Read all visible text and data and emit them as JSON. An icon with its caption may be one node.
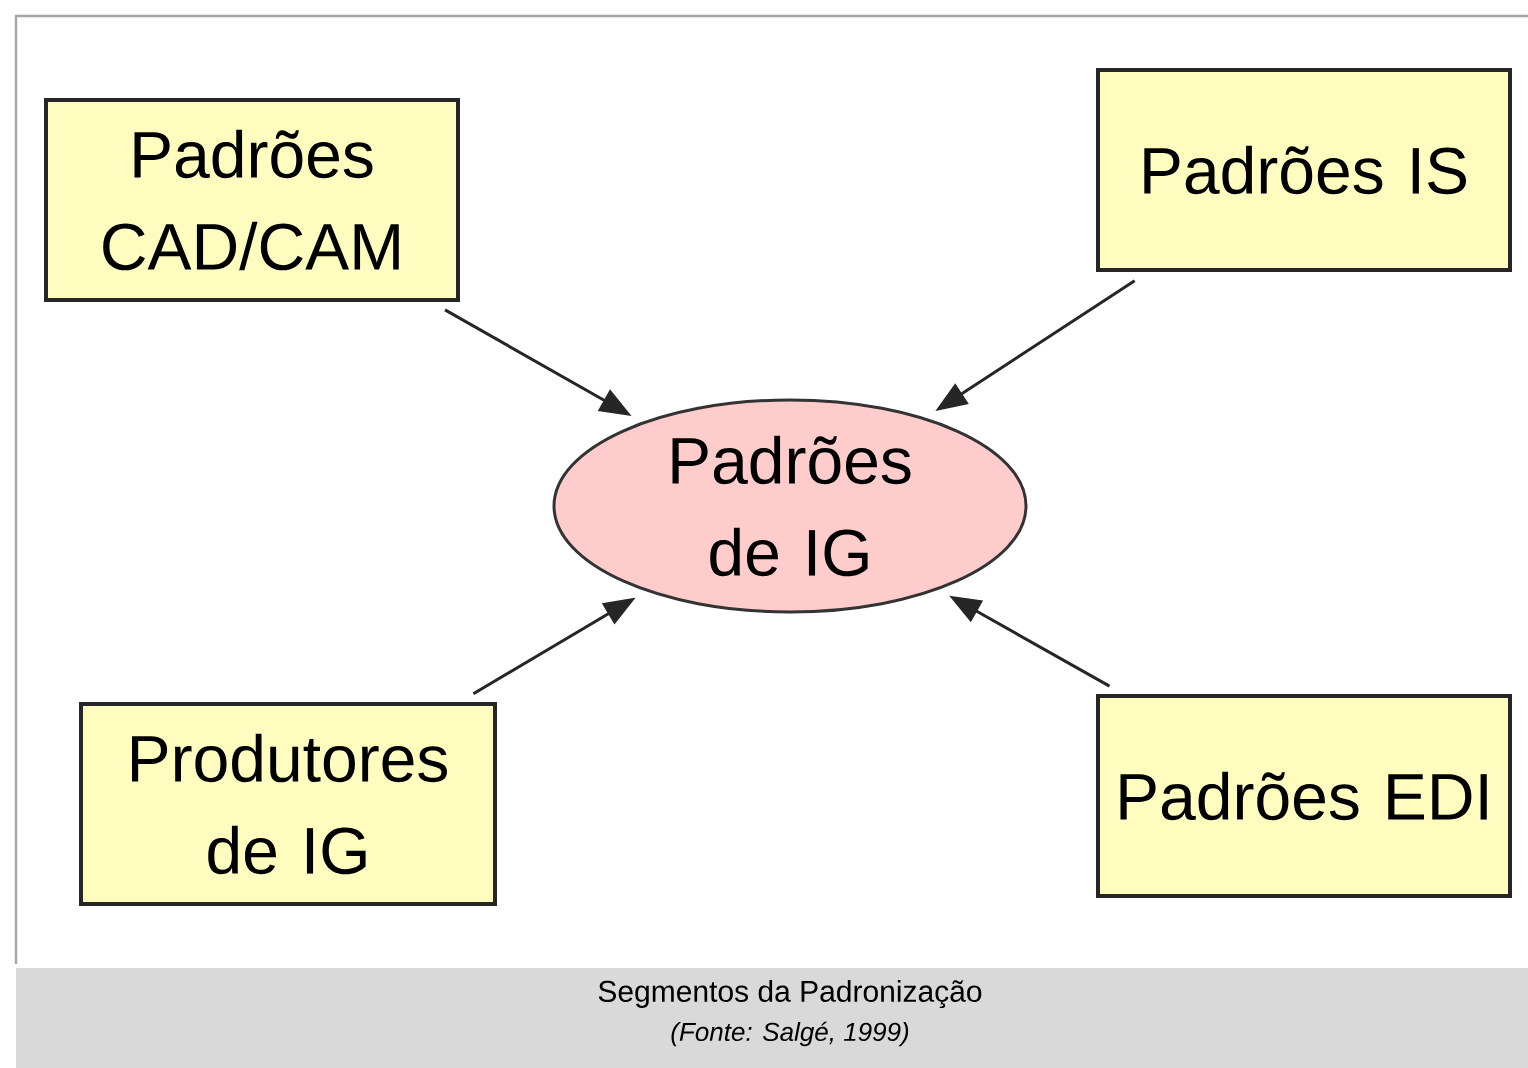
{
  "diagram": {
    "caption": "Segmentos da Padronização",
    "nodes": [
      {
        "text": [
          "Padrões CAD/CAM"
        ]
      },
      {
        "text": [
          "Padrões IS"
        ]
      },
      {
        "text": [
          "Padrões de IG"
        ]
      },
      {
        "text": [
          "Produtores de IG"
        ]
      },
      {
        "text": [
          "Padrões EDI"
        ]
      }
    ],
    "edges": [
      {
        "from": 0,
        "to": 2,
        "arrow": "to"
      },
      {
        "from": 1,
        "to": 2,
        "arrow": "to"
      },
      {
        "from": 3,
        "to": 2,
        "arrow": "to"
      },
      {
        "from": 4,
        "to": 2,
        "arrow": "to"
      }
    ],
    "labels": [
      "(Fonte: Salgé, 1999)"
    ]
  }
}
